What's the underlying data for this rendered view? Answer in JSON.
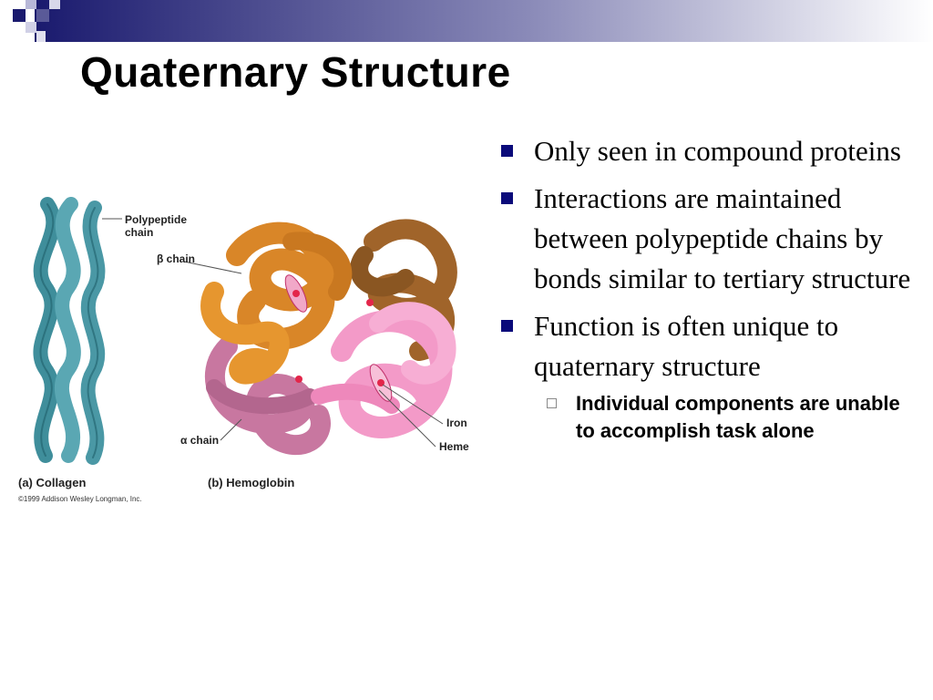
{
  "slide": {
    "title": "Quaternary Structure"
  },
  "figure": {
    "labels": {
      "polypeptide_line1": "Polypeptide",
      "polypeptide_line2": "chain",
      "beta_chain": "β chain",
      "alpha_chain": "α chain",
      "iron": "Iron",
      "heme": "Heme",
      "caption_a": "(a) Collagen",
      "caption_b": "(b) Hemoglobin",
      "copyright": "©1999 Addison Wesley Longman, Inc."
    },
    "colors": {
      "collagen": "#4a98a5",
      "beta_dark": "#d98628",
      "beta_brown": "#a0642a",
      "alpha_mauve": "#c877a0",
      "alpha_pink": "#f39ac8",
      "heme": "#e3264a"
    }
  },
  "bullets": [
    {
      "text": "Only seen in compound proteins"
    },
    {
      "text": "Interactions are maintained between polypeptide chains by bonds similar to tertiary structure"
    },
    {
      "text": "Function is often unique to quaternary structure",
      "sub": [
        {
          "text": "Individual components are unable to accomplish task alone"
        }
      ]
    }
  ],
  "theme": {
    "band_start": "#1a1a6e",
    "band_end": "#ffffff",
    "bullet_color": "#0a0a7a"
  }
}
